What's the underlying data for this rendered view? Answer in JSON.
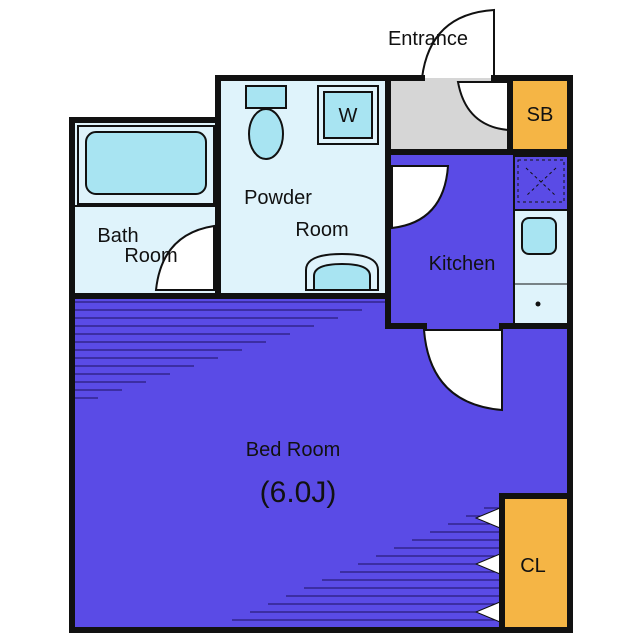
{
  "labels": {
    "entrance": "Entrance",
    "powder_room_1": "Powder",
    "powder_room_2": "Room",
    "bath_1": "Bath",
    "bath_2": "Room",
    "kitchen": "Kitchen",
    "bed_room": "Bed Room",
    "bed_size": "(6.0J)",
    "washer": "W",
    "shoe_box": "SB",
    "closet": "CL"
  },
  "colors": {
    "wall": "#111111",
    "bed_room": "#5a4be6",
    "kitchen": "#5a4be6",
    "wet_area": "#dff3fb",
    "fixture": "#a8e4f2",
    "storage": "#f5b545",
    "entrance_floor": "#d6d6d6"
  },
  "icons": {
    "toilet": "toilet-icon",
    "sink": "sink-icon",
    "bathtub": "bathtub-icon",
    "stove": "stove-icon",
    "washer": "washing-machine-icon"
  }
}
